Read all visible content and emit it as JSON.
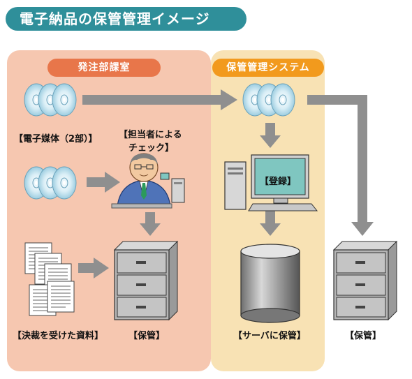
{
  "title": "電子納品の保管管理イメージ",
  "sections": {
    "ordering_dept": "発注部課室",
    "storage_system": "保管管理システム"
  },
  "labels": {
    "electronic_media": "【電子媒体（2部）】",
    "check_line1": "【担当者による",
    "check_line2": "チェック】",
    "approved_docs": "【決裁を受けた資料】",
    "storage_left": "【保管】",
    "register": "【登録】",
    "server_storage": "【サーバに保管】",
    "storage_right": "【保管】"
  },
  "colors": {
    "title_bg": "#2f8f9a",
    "ordering_panel": "#f6c7b0",
    "ordering_label": "#e8764a",
    "storage_panel": "#f8e2b4",
    "storage_label": "#f29a1d",
    "arrow": "#8f8f8f"
  }
}
